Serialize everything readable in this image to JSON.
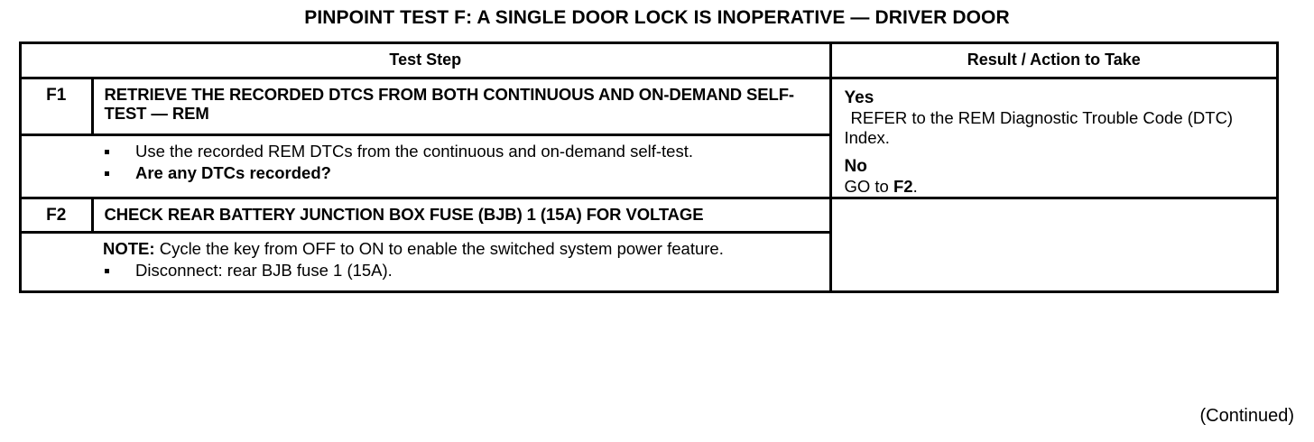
{
  "document": {
    "title": "PINPOINT TEST  F: A SINGLE DOOR LOCK IS INOPERATIVE — DRIVER DOOR",
    "footer_note": "(Continued)"
  },
  "table": {
    "headers": {
      "test_step": "Test Step",
      "result_action": "Result / Action to Take"
    },
    "rows": [
      {
        "id": "F1",
        "title": "RETRIEVE THE RECORDED DTCS FROM BOTH CONTINUOUS AND ON-DEMAND SELF-TEST — REM",
        "bullets": [
          {
            "text": "Use the recorded REM DTCs from the continuous and on-demand self-test.",
            "bold": false
          },
          {
            "text": "Are any DTCs recorded?",
            "bold": true
          }
        ],
        "result": {
          "yes_label": "Yes",
          "yes_text": "REFER to the REM Diagnostic Trouble Code (DTC) Index.",
          "no_label": "No",
          "no_text_prefix": "GO to ",
          "no_text_target": "F2",
          "no_text_suffix": "."
        }
      },
      {
        "id": "F2",
        "title": "CHECK REAR BATTERY JUNCTION BOX FUSE (BJB) 1 (15A) FOR VOLTAGE",
        "note_label": "NOTE:",
        "note_text": " Cycle the key from OFF to ON to enable the switched system power feature.",
        "bullets": [
          {
            "text": "Disconnect: rear BJB fuse 1 (15A).",
            "bold": false
          }
        ],
        "result": {}
      }
    ]
  },
  "colors": {
    "ink": "#000000",
    "paper": "#ffffff"
  }
}
